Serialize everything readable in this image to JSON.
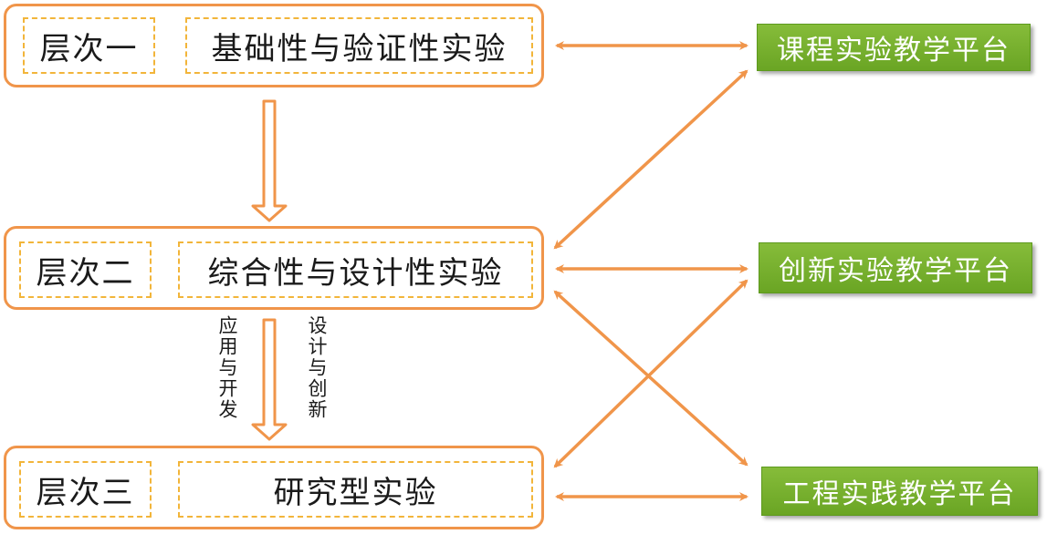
{
  "levels": [
    {
      "tier": "层次一",
      "type": "基础性与验证性实验"
    },
    {
      "tier": "层次二",
      "type": "综合性与设计性实验"
    },
    {
      "tier": "层次三",
      "type": "研究型实验"
    }
  ],
  "platforms": [
    "课程实验教学平台",
    "创新实验教学平台",
    "工程实践教学平台"
  ],
  "flow_labels": {
    "left": "应用与开发",
    "right": "设计与创新"
  },
  "colors": {
    "border": "#f0954a",
    "dash": "#f2b53a",
    "platform": "#6aa524",
    "arrow": "#f0954a"
  }
}
